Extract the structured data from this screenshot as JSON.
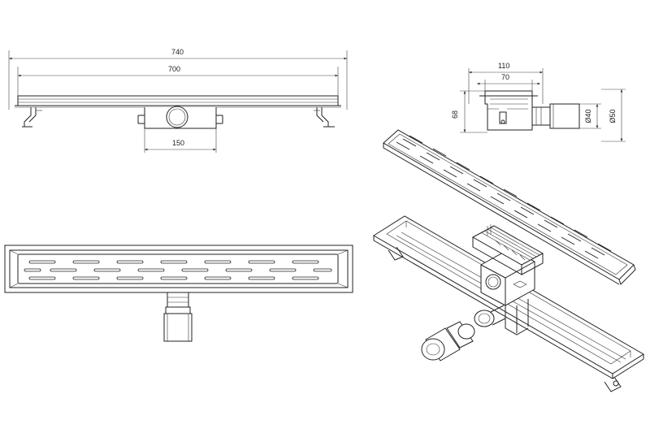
{
  "dimensions": {
    "total_length": "740",
    "grate_length": "700",
    "outlet_width": "150",
    "body_width": "110",
    "grate_width": "70",
    "height": "68",
    "outlet_inner_diameter": "Ø40",
    "outlet_outer_diameter": "Ø50"
  },
  "views": [
    "front-elevation",
    "top-plan",
    "side-section",
    "isometric-exploded"
  ]
}
